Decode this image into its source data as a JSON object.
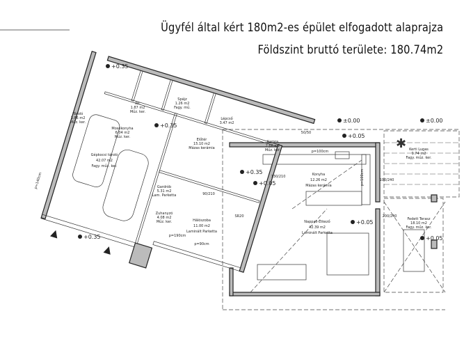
{
  "title": {
    "line1": "Ügyfél által kért 180m2-es épület elfogadott alaprajza",
    "line2": "Földszint bruttó területe: 180.74m2"
  },
  "rooms": [
    {
      "name": "Tároló",
      "area": "3.86 m2",
      "floor": "Műz. ker."
    },
    {
      "name": "Mosókonyha",
      "area": "6.04 m2",
      "floor": "Műz. ker."
    },
    {
      "name": "Wc",
      "area": "1.87 m2",
      "floor": "Műz. ker."
    },
    {
      "name": "Spájz",
      "area": "1.26 m2",
      "floor": "Fagy. mű."
    },
    {
      "name": "Lépcső",
      "area": "3.47 m2",
      "floor": ""
    },
    {
      "name": "Előtér",
      "area": "15.10 m2",
      "floor": "Mázas kerámia"
    },
    {
      "name": "Gépkocsi tároló",
      "area": "42.07 m2",
      "floor": "Fagy. műz. ker."
    },
    {
      "name": "Gardrób",
      "area": "5.31 m2",
      "floor": "Lam. Parketta"
    },
    {
      "name": "Zuhanyzó",
      "area": "4.08 m2",
      "floor": "Műz. ker."
    },
    {
      "name": "Hálószoba",
      "area": "11.00 m2",
      "floor": "Laminált Parketta"
    },
    {
      "name": "Kamra",
      "area": "2.66 m2",
      "floor": "Műz. ker."
    },
    {
      "name": "Konyha",
      "area": "12.26 m2",
      "floor": "Mázas kerámia"
    },
    {
      "name": "Nappali-Étkező",
      "area": "42.39 m2",
      "floor": "Laminált Parketta"
    },
    {
      "name": "Kerti Lugas",
      "area": "9.74 m2",
      "floor": "Fagy. műz. ker."
    },
    {
      "name": "Fedett Terasz",
      "area": "18.10 m2",
      "floor": "Fagy. műz. ker."
    }
  ],
  "levels": [
    "+0.35",
    "+0.35",
    "+0.35",
    "+0.35",
    "+0.05",
    "+0.05",
    "+0.05",
    "+0.05",
    "±0.00",
    "±0.00"
  ],
  "annotations": {
    "sink_height": "p=100cm",
    "kitchen_side": "p=100cm",
    "door_dims": [
      "130/210",
      "200/240",
      "100/240",
      "90/210",
      "50/50"
    ],
    "window_sr": "SR20",
    "garage_width": "p=140cm",
    "window_90": "p=90cm",
    "window_190": "p=190cm"
  }
}
